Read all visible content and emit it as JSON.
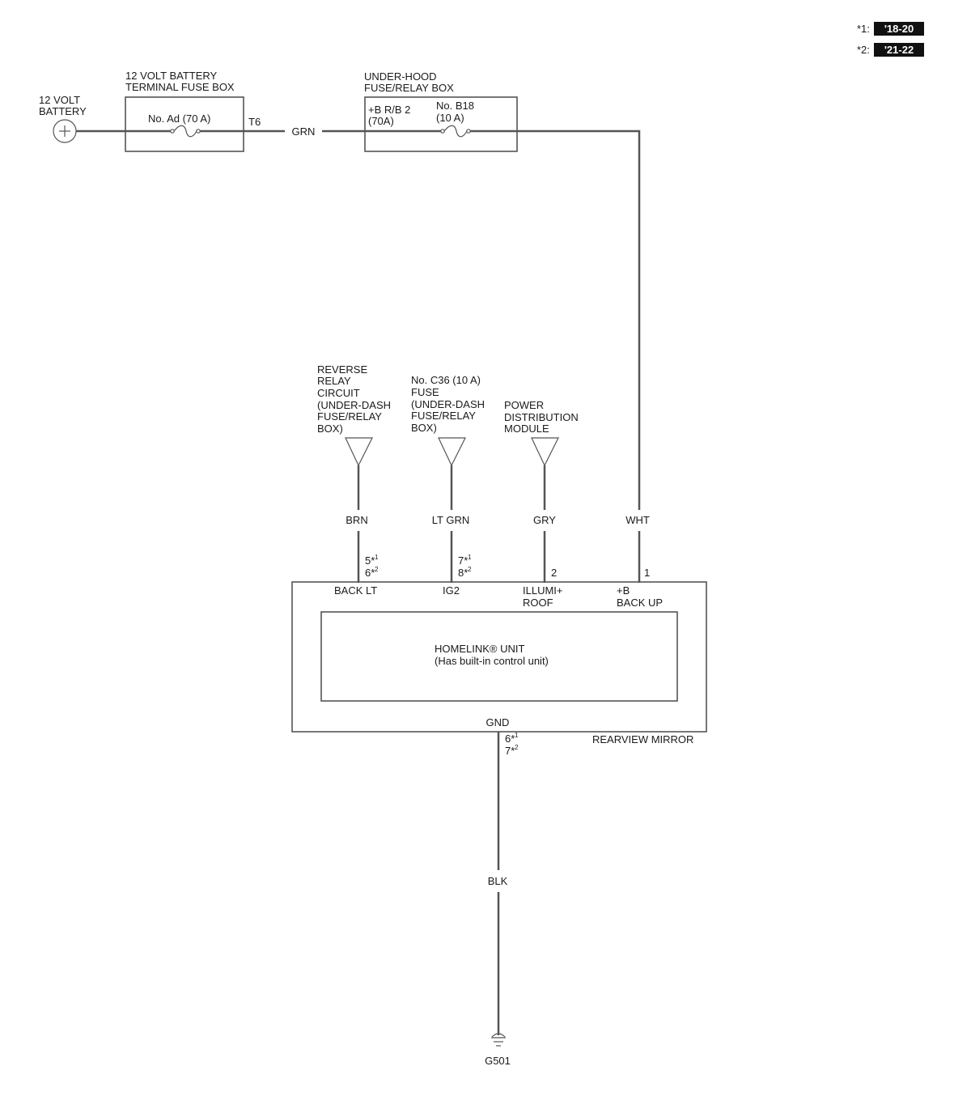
{
  "legend": {
    "note1_key": "*1:",
    "note1_years": "'18-20",
    "note2_key": "*2:",
    "note2_years": "'21-22"
  },
  "battery": {
    "line1": "12 VOLT",
    "line2": "BATTERY"
  },
  "terminal_fuse_box": {
    "title_line1": "12 VOLT BATTERY",
    "title_line2": "TERMINAL FUSE BOX",
    "fuse_label": "No. Ad (70 A)",
    "terminal": "T6"
  },
  "wires": {
    "grn": "GRN",
    "wht": "WHT",
    "brn": "BRN",
    "lt_grn": "LT GRN",
    "gry": "GRY",
    "blk": "BLK"
  },
  "under_hood_box": {
    "title_line1": "UNDER-HOOD",
    "title_line2": "FUSE/RELAY BOX",
    "relay_line1": "+B R/B 2",
    "relay_line2": "(70A)",
    "fuse_line1": "No. B18",
    "fuse_line2": "(10 A)"
  },
  "sources": {
    "reverse": [
      "REVERSE",
      "RELAY",
      "CIRCUIT",
      "(UNDER-DASH",
      "FUSE/RELAY",
      "BOX)"
    ],
    "c36": [
      "No. C36 (10 A)",
      "FUSE",
      "(UNDER-DASH",
      "FUSE/RELAY",
      "BOX)"
    ],
    "pdm": [
      "POWER",
      "DISTRIBUTION",
      "MODULE"
    ]
  },
  "pins": {
    "back_lt_a": "5*",
    "back_lt_a_sup": "1",
    "back_lt_b": "6*",
    "back_lt_b_sup": "2",
    "ig2_a": "7*",
    "ig2_a_sup": "1",
    "ig2_b": "8*",
    "ig2_b_sup": "2",
    "illumi": "2",
    "backup": "1",
    "gnd_a": "6*",
    "gnd_a_sup": "1",
    "gnd_b": "7*",
    "gnd_b_sup": "2"
  },
  "mirror": {
    "back_lt": "BACK LT",
    "ig2": "IG2",
    "illumi_line1": "ILLUMI+",
    "illumi_line2": "ROOF",
    "backup_line1": "+B",
    "backup_line2": "BACK UP",
    "homelink_line1": "HOMELINK® UNIT",
    "homelink_line2": "(Has built-in control unit)",
    "gnd": "GND",
    "name": "REARVIEW MIRROR"
  },
  "ground": {
    "label": "G501"
  }
}
